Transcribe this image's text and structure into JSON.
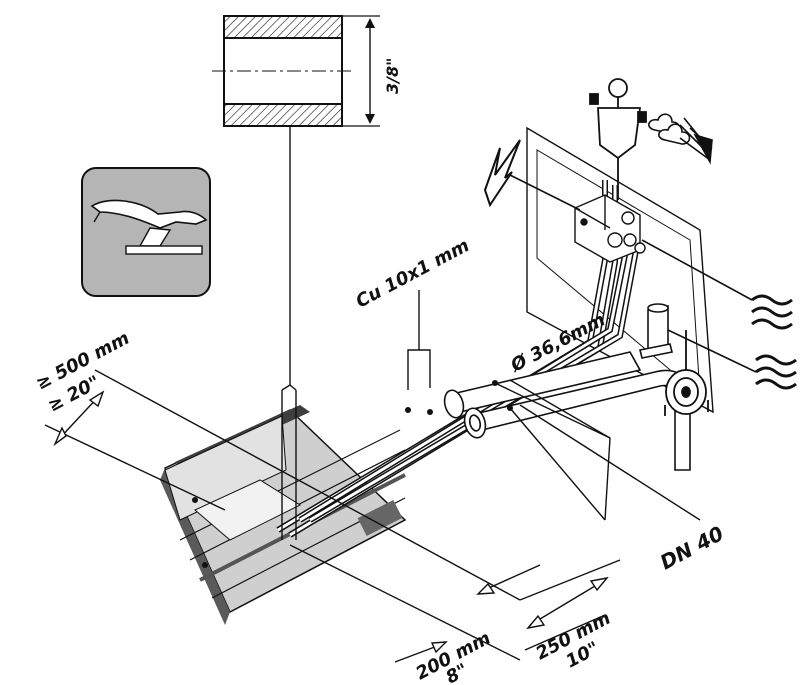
{
  "labels": {
    "pipe_size": "3/8\"",
    "cu_pipe": "Cu 10x1 mm",
    "dist_min_mm": "≥ 500 mm",
    "dist_min_in": "≥ 20\"",
    "diameter": "Ø 36,6mm",
    "dn": "DN 40",
    "dist_250_mm": "250 mm",
    "dist_250_in": "10\"",
    "dist_200_mm": "200 mm",
    "dist_200_in": "8\""
  },
  "icons": {
    "chair": "dental-chair-icon",
    "electric": "lightning-icon",
    "air": "compressed-air-icon",
    "water": "water-waves-icon",
    "suction": "suction-spray-icon",
    "drain": "drain-icon"
  },
  "colors": {
    "line": "#111111",
    "icon_bg": "#b5b5b5",
    "floor_dark": "#5a5a5a",
    "floor_light": "#cfcfcf"
  }
}
